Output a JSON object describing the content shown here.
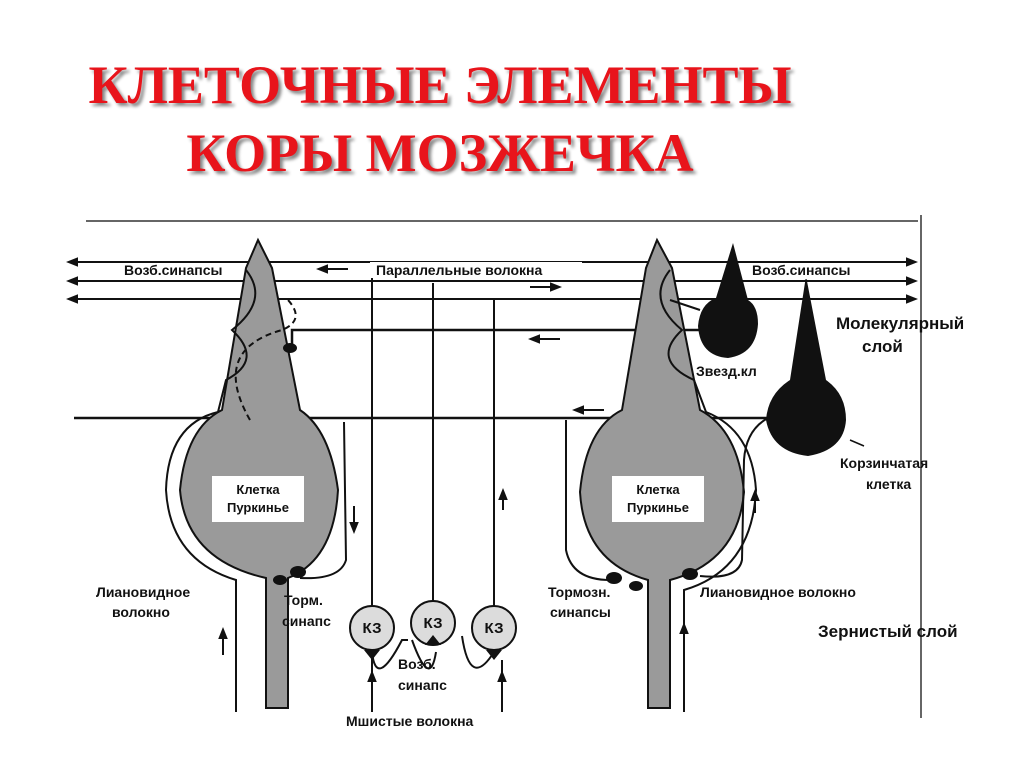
{
  "title": {
    "line1": "КЛЕТОЧНЫЕ ЭЛЕМЕНТЫ",
    "line2": "КОРЫ МОЗЖЕЧКА"
  },
  "labels": {
    "parallel_fibers": "Параллельные волокна",
    "exc_synapses_left": "Возб.синапсы",
    "exc_synapses_right": "Возб.синапсы",
    "molecular_layer_1": "Молекулярный",
    "molecular_layer_2": "слой",
    "stellate_cell": "Звезд.кл",
    "basket_cell_1": "Корзинчатая",
    "basket_cell_2": "клетка",
    "purkinje_1": "Клетка",
    "purkinje_2": "Пуркинье",
    "climbing_fiber_left_1": "Лиановидное",
    "climbing_fiber_left_2": "волокно",
    "inh_synapse_1": "Торм.",
    "inh_synapse_2": "синапс",
    "granule_cell": "КЗ",
    "exc_synapse_1": "Возб.",
    "exc_synapse_2": "синапс",
    "mossy_fibers": "Мшистые волокна",
    "inh_synapses_1": "Тормозн.",
    "inh_synapses_2": "синапсы",
    "climbing_fiber_right": "Лиановидное волокно",
    "granular_layer": "Зернистый слой"
  },
  "colors": {
    "title": "#e8141b",
    "purkinje_fill": "#9a9a9a",
    "dark_cell": "#111111",
    "granule_fill": "#dcdcdc"
  }
}
